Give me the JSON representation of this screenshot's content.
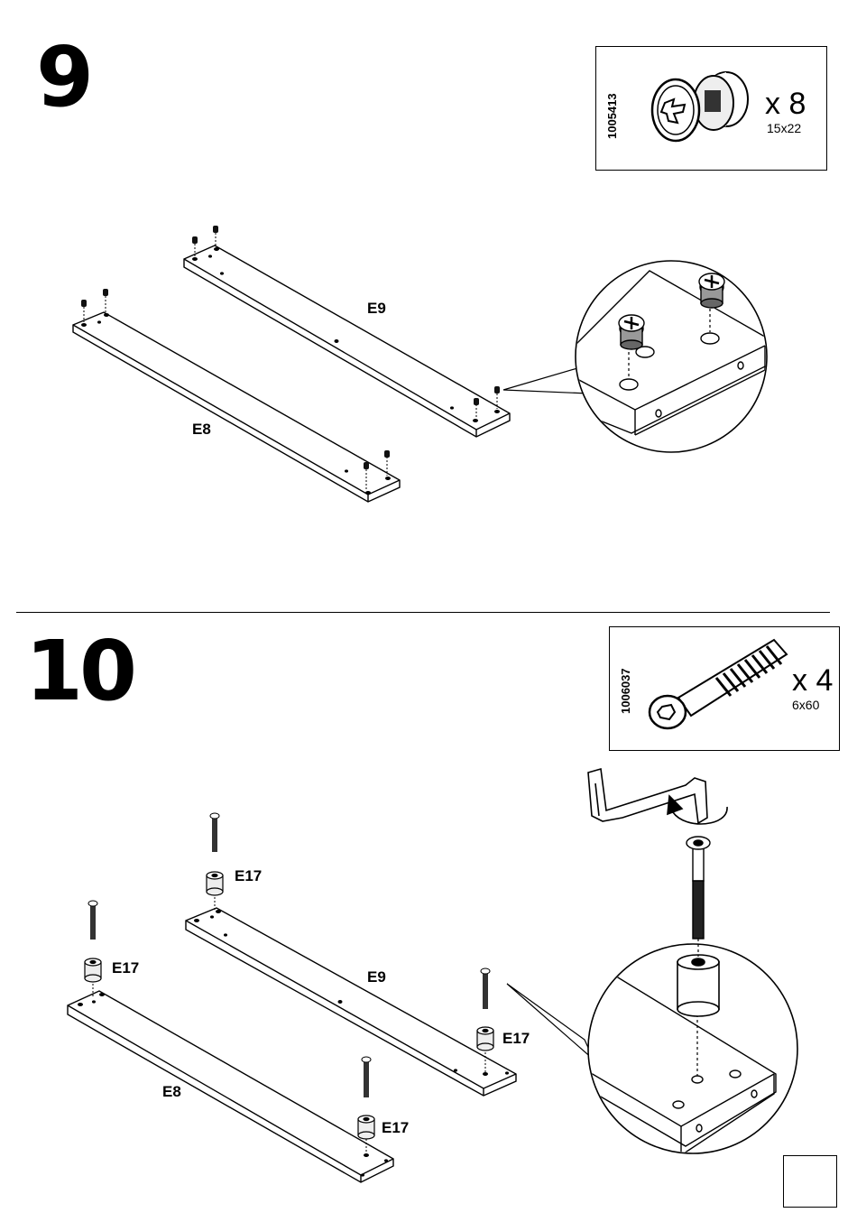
{
  "step9": {
    "number": "9",
    "hardware": {
      "code": "1005413",
      "qty": "x 8",
      "size": "15x22",
      "icon": "cam-lock-icon"
    },
    "labels": {
      "part_e9": "E9",
      "part_e8": "E8"
    }
  },
  "step10": {
    "number": "10",
    "hardware": {
      "code": "1006037",
      "qty": "x 4",
      "size": "6x60",
      "icon": "bolt-icon"
    },
    "labels": {
      "part_e9": "E9",
      "part_e8": "E8",
      "spacer": "E17"
    },
    "tool_icon": "allen-key-icon"
  }
}
